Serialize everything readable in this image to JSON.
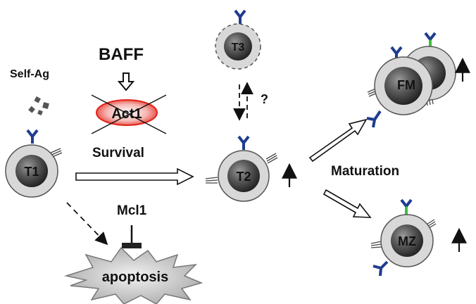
{
  "labels": {
    "baff": "BAFF",
    "self_ag": "Self-Ag",
    "act1": "Act1",
    "survival": "Survival",
    "mcl1": "Mcl1",
    "apoptosis": "apoptosis",
    "maturation": "Maturation",
    "question": "?"
  },
  "cells": {
    "t1": "T1",
    "t2": "T2",
    "t3": "T3",
    "fm": "FM",
    "mz": "MZ"
  },
  "colors": {
    "receptor_blue": "#1f3c8f",
    "receptor_green": "#3fbf3f",
    "cell_outer": "#d8d8d8",
    "act1_red": "#e2231a",
    "apoptosis_fill": "#c8c8c8"
  }
}
